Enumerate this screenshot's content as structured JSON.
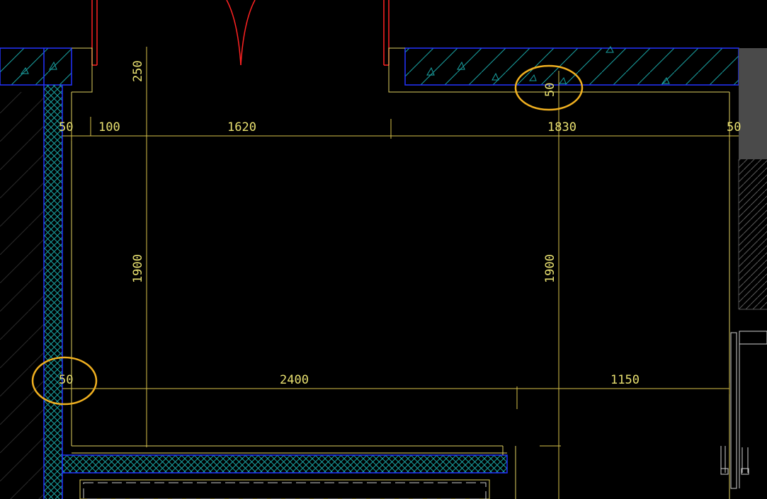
{
  "drawing": {
    "colors": {
      "background": "#000000",
      "dimension": "#d8c24a",
      "text": "#e8e070",
      "wall_outline": "#2233ff",
      "hatch": "#1aa3a3",
      "door": "#ff2222",
      "highlight": "#f0b020",
      "grey_block": "#4a4a4a"
    },
    "dimensions": {
      "top_left_50": "50",
      "top_100": "100",
      "top_1620": "1620",
      "top_1830": "1830",
      "top_right_50": "50",
      "vertical_250": "250",
      "wall_50_highlighted": "50",
      "left_1900": "1900",
      "right_1900": "1900",
      "bottom_left_50": "50",
      "bottom_2400": "2400",
      "bottom_1150": "1150"
    }
  }
}
